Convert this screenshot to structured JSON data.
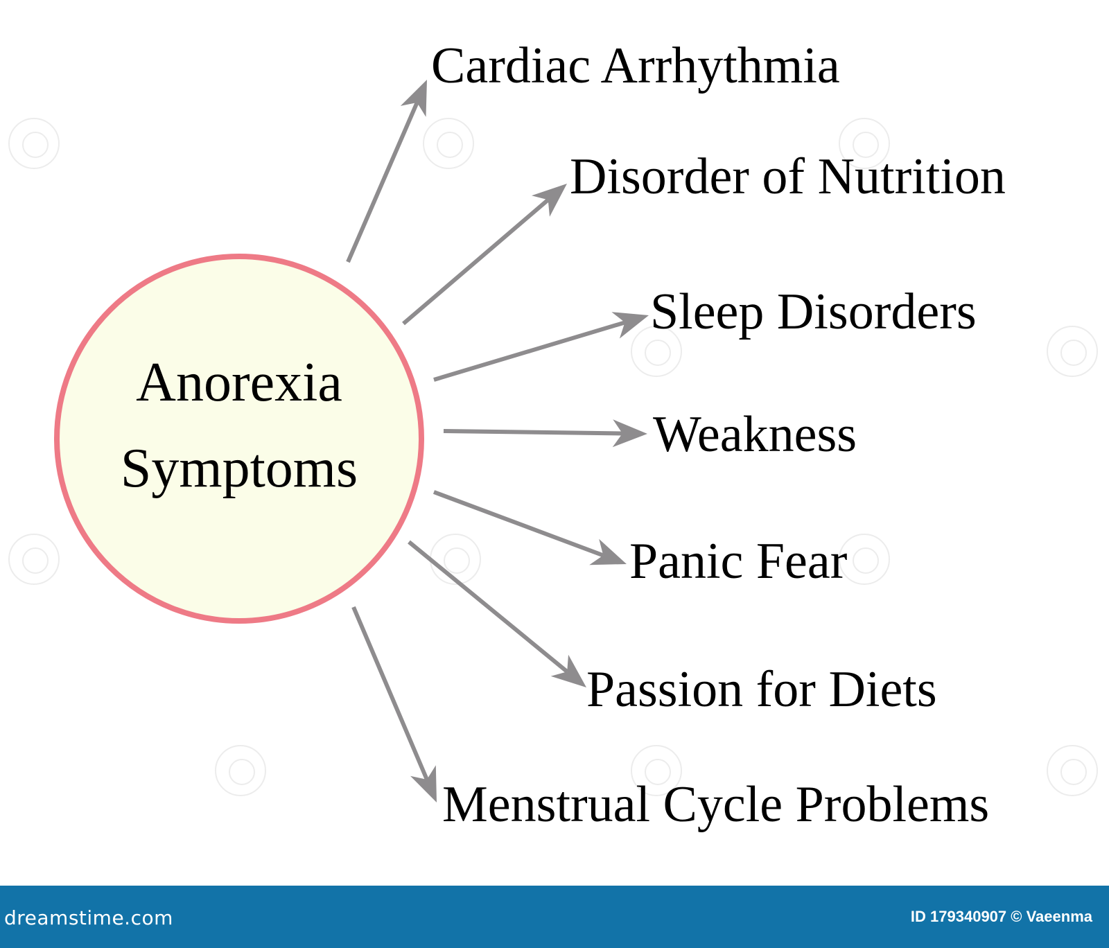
{
  "center": {
    "line1": "Anorexia",
    "line2": "Symptoms",
    "border_color": "#ee7a86",
    "fill_color": "#fbfde8"
  },
  "symptoms": [
    {
      "label": "Cardiac Arrhythmia"
    },
    {
      "label": "Disorder of Nutrition"
    },
    {
      "label": "Sleep Disorders"
    },
    {
      "label": "Weakness"
    },
    {
      "label": "Panic Fear"
    },
    {
      "label": "Passion for Diets"
    },
    {
      "label": "Menstrual Cycle Problems"
    }
  ],
  "arrow_color": "#8e8c8e",
  "footer": {
    "brand": "dreamstime.com",
    "image_id": "ID 179340907 © Vaeenma",
    "background": "#1273a8"
  },
  "watermark": {
    "icon": "spiral-logo-icon"
  }
}
